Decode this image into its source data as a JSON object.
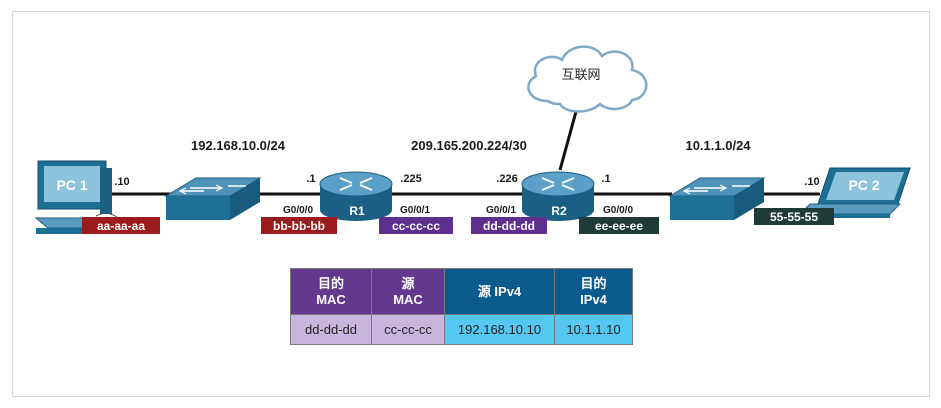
{
  "diagram": {
    "cloud_label": "互联网",
    "networks": {
      "left": "192.168.10.0/24",
      "middle": "209.165.200.224/30",
      "right": "10.1.1.0/24"
    },
    "devices": {
      "pc1": {
        "label": "PC 1",
        "ip": ".10",
        "mac": "aa-aa-aa"
      },
      "r1": {
        "label": "R1",
        "left_ip": ".1",
        "right_ip": ".225",
        "left_port": "G0/0/0",
        "right_port": "G0/0/1",
        "left_mac": "bb-bb-bb",
        "right_mac": "cc-cc-cc"
      },
      "r2": {
        "label": "R2",
        "left_ip": ".226",
        "right_ip": ".1",
        "left_port": "G0/0/1",
        "right_port": "G0/0/0",
        "left_mac": "dd-dd-dd",
        "right_mac": "ee-ee-ee"
      },
      "pc2": {
        "label": "PC 2",
        "ip": ".10",
        "mac": "55-55-55"
      }
    },
    "colors": {
      "mac_red": "#9b1c1c",
      "mac_purple": "#5e2f8e",
      "mac_green": "#1f3b35",
      "device_blue": "#1e6f94",
      "link": "#111111"
    }
  },
  "table": {
    "headers": [
      {
        "line1": "目的",
        "line2": "MAC"
      },
      {
        "line1": "源",
        "line2": "MAC"
      },
      {
        "line1": "源 IPv4",
        "line2": ""
      },
      {
        "line1": "目的",
        "line2": "IPv4"
      }
    ],
    "row": [
      "dd-dd-dd",
      "cc-cc-cc",
      "192.168.10.10",
      "10.1.1.10"
    ]
  }
}
